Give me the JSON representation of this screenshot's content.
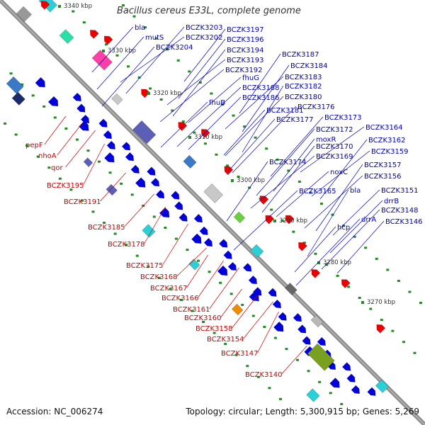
{
  "title": "Bacillus cereus E33L, complete genome",
  "footer": {
    "accession": "Accession: NC_006274",
    "topology": "Topology: circular; Length: 5,300,915 bp; Genes: 5,269"
  },
  "colors": {
    "backbone": "#8a8a8a",
    "forward_gene": "#0000dd",
    "reverse_gene": "#ee0000",
    "forward_label": "#0000bb",
    "reverse_label": "#cc0000",
    "tick": "#228b22",
    "scale_text": "#333333"
  },
  "scale_ticks": [
    {
      "label": "3340 kbp"
    },
    {
      "label": "3330 kbp"
    },
    {
      "label": "3320 kbp"
    },
    {
      "label": "3310 kbp"
    },
    {
      "label": "3300 kbp"
    },
    {
      "label": "3290 kbp"
    },
    {
      "label": "3280 kbp"
    },
    {
      "label": "3270 kbp"
    }
  ],
  "forward_labels": [
    "bla",
    "mutS",
    "BCZK3204",
    "BCZK3203",
    "BCZK3202",
    "BCZK3197",
    "BCZK3196",
    "BCZK3194",
    "BCZK3193",
    "BCZK3192",
    "BCZK3187",
    "BCZK3184",
    "fhuG",
    "BCZK3183",
    "BCZK3188",
    "BCZK3182",
    "fhuB",
    "BCZK3186",
    "BCZK3180",
    "BCZK3176",
    "BCZK3181",
    "BCZK3177",
    "BCZK3173",
    "BCZK3172",
    "BCZK3164",
    "moxR",
    "BCZK3162",
    "BCZK3170",
    "BCZK3159",
    "BCZK3169",
    "BCZK3174",
    "BCZK3157",
    "noxC",
    "BCZK3156",
    "BCZK3165",
    "bla",
    "BCZK3151",
    "drrB",
    "BCZK3148",
    "drrA",
    "hcp",
    "BCZK3146"
  ],
  "reverse_labels": [
    "pepF",
    "nhoA",
    "qor",
    "BCZK3195",
    "BCZK3191",
    "BCZK3185",
    "BCZK3178",
    "BCZK3175",
    "BCZK3168",
    "BCZK3167",
    "BCZK3166",
    "BCZK3161",
    "BCZK3160",
    "BCZK3158",
    "BCZK3154",
    "BCZK3147",
    "BCZK3140"
  ]
}
